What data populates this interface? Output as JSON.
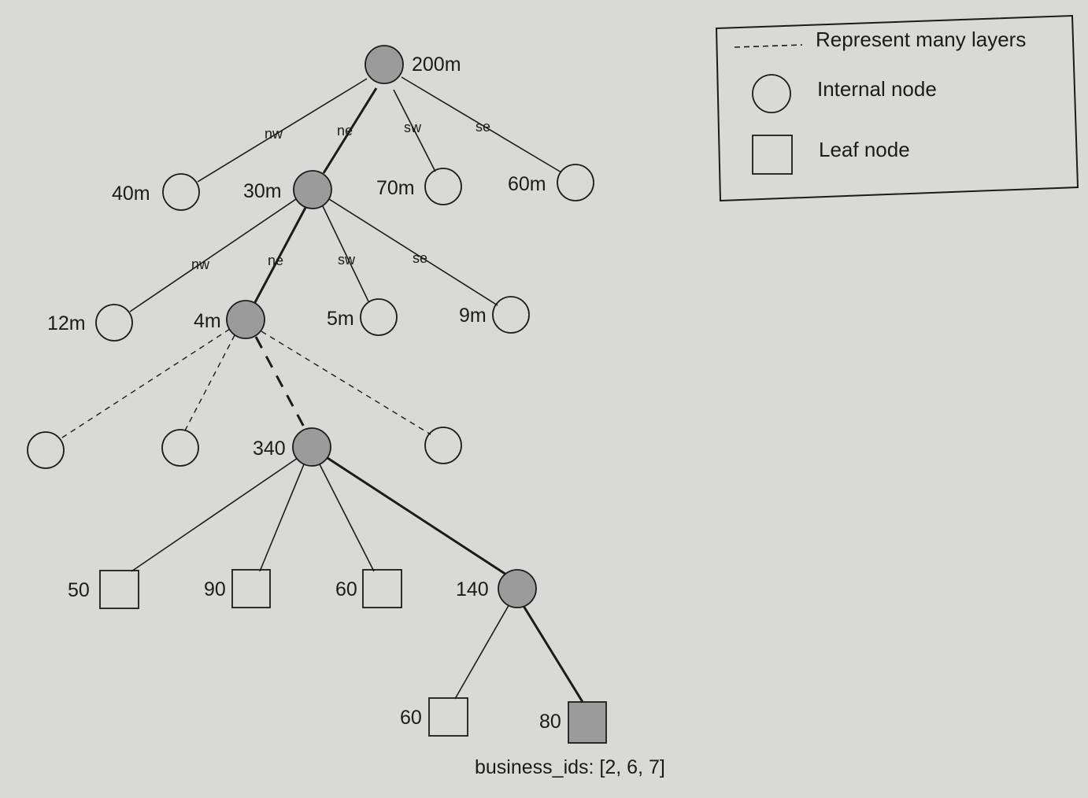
{
  "legend": {
    "dashed_label": "Represent many layers",
    "internal_label": "Internal node",
    "leaf_label": "Leaf node"
  },
  "nodes": {
    "root": "200m",
    "l1_nw": "40m",
    "l1_ne": "30m",
    "l1_sw": "70m",
    "l1_se": "60m",
    "l2_nw": "12m",
    "l2_ne": "4m",
    "l2_sw": "5m",
    "l2_se": "9m",
    "l3_mid": "340",
    "leaf_50": "50",
    "leaf_90": "90",
    "leaf_60a": "60",
    "internal_140": "140",
    "leaf_60b": "60",
    "leaf_80": "80"
  },
  "edges": {
    "root": {
      "nw": "nw",
      "ne": "ne",
      "sw": "sw",
      "se": "se"
    },
    "l1": {
      "nw": "nw",
      "ne": "ne",
      "sw": "sw",
      "se": "se"
    }
  },
  "business_ids": "business_ids: [2, 6, 7]",
  "colors": {
    "background": "#d9d9d7",
    "internal_fill": "#9b9b9b",
    "leaf_highlight": "#9b9b9b",
    "stroke": "#1b1b1b"
  }
}
